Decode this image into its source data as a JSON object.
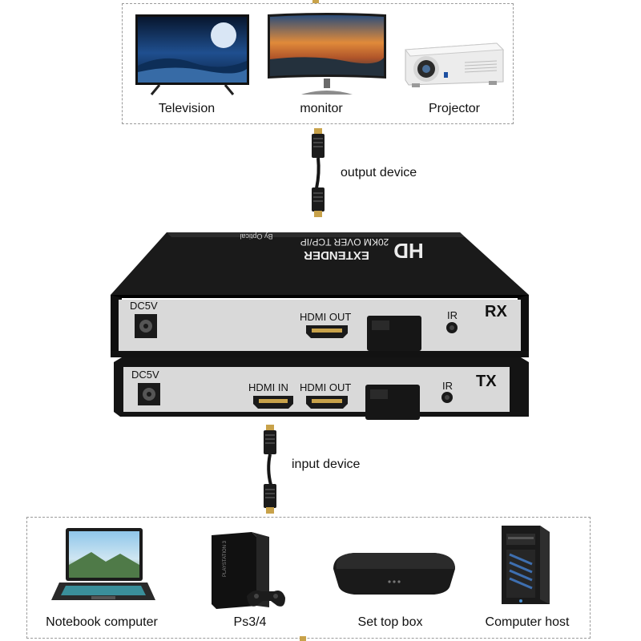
{
  "output_devices": [
    {
      "name": "television-device",
      "label": "Television"
    },
    {
      "name": "monitor-device",
      "label": "monitor"
    },
    {
      "name": "projector-device",
      "label": "Projector"
    }
  ],
  "output_cable_label": "output device",
  "input_cable_label": "input device",
  "extender": {
    "brand": "HD",
    "product": "EXTENDER",
    "spec": "20KM OVER TCP/IP",
    "note": "By Optical",
    "rx": {
      "unit": "RX",
      "power": "DC5V",
      "hdmi_out": "HDMI OUT",
      "ir": "IR"
    },
    "tx": {
      "unit": "TX",
      "power": "DC5V",
      "hdmi_in": "HDMI IN",
      "hdmi_out": "HDMI OUT",
      "ir": "IR"
    }
  },
  "input_devices": [
    {
      "name": "notebook-device",
      "label": "Notebook computer"
    },
    {
      "name": "ps-device",
      "label": "Ps3/4"
    },
    {
      "name": "settopbox-device",
      "label": "Set top box"
    },
    {
      "name": "computerhost-device",
      "label": "Computer host"
    }
  ],
  "colors": {
    "case": "#141414",
    "face": "#d9d9d9",
    "accent_screen": "#1d4f86"
  }
}
